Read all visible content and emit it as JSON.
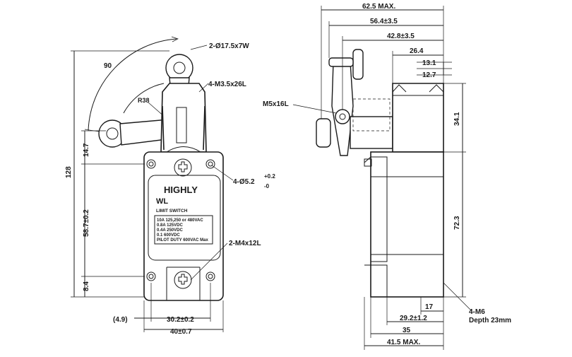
{
  "label": {
    "brand": "HIGHLY",
    "model": "WL",
    "type": "LIMIT SWITCH",
    "ratings": [
      "10A 125,250 or 480VAC",
      "0.8A 125VDC",
      "0.4A 250VDC",
      "0.1 600VDC",
      "PILOT DUTY 600VAC Max"
    ]
  },
  "front_view": {
    "roller": "2-Ø17.5x7W",
    "angle": "90",
    "radius": "R38",
    "cover_screws": "4-M3.5x26L",
    "mount_holes": "4-Ø5.2",
    "tol_plus": "+0.2",
    "tol_minus": "-0",
    "terminal_screws": "2-M4x12L",
    "height_total": "128",
    "height_lever": "14.7",
    "hole_pitch": "58.7±0.2",
    "bottom_offset": "8.4",
    "side_offset": "(4.9)",
    "hole_width": "30.2±0.2",
    "body_width": "40±0.7"
  },
  "side_view": {
    "max_depth": "62.5 MAX.",
    "lever_a": "56.4±3.5",
    "lever_b": "42.8±3.5",
    "head": "26.4",
    "d1": "13.1",
    "d2": "12.7",
    "lever_screw": "M5x16L",
    "head_height": "34.1",
    "body_height": "72.3",
    "d17": "17",
    "d29": "29.2±1.2",
    "d35": "35",
    "body_depth": "41.5 MAX.",
    "tap_holes": "4-M6",
    "tap_depth": "Depth 23mm"
  }
}
